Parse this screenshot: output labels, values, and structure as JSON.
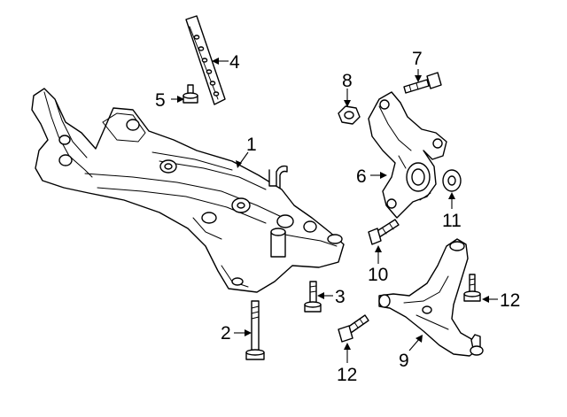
{
  "callouts": {
    "c1": "1",
    "c2": "2",
    "c3": "3",
    "c4": "4",
    "c5": "5",
    "c6": "6",
    "c7": "7",
    "c8": "8",
    "c9": "9",
    "c10": "10",
    "c11": "11",
    "c12a": "12",
    "c12b": "12"
  }
}
